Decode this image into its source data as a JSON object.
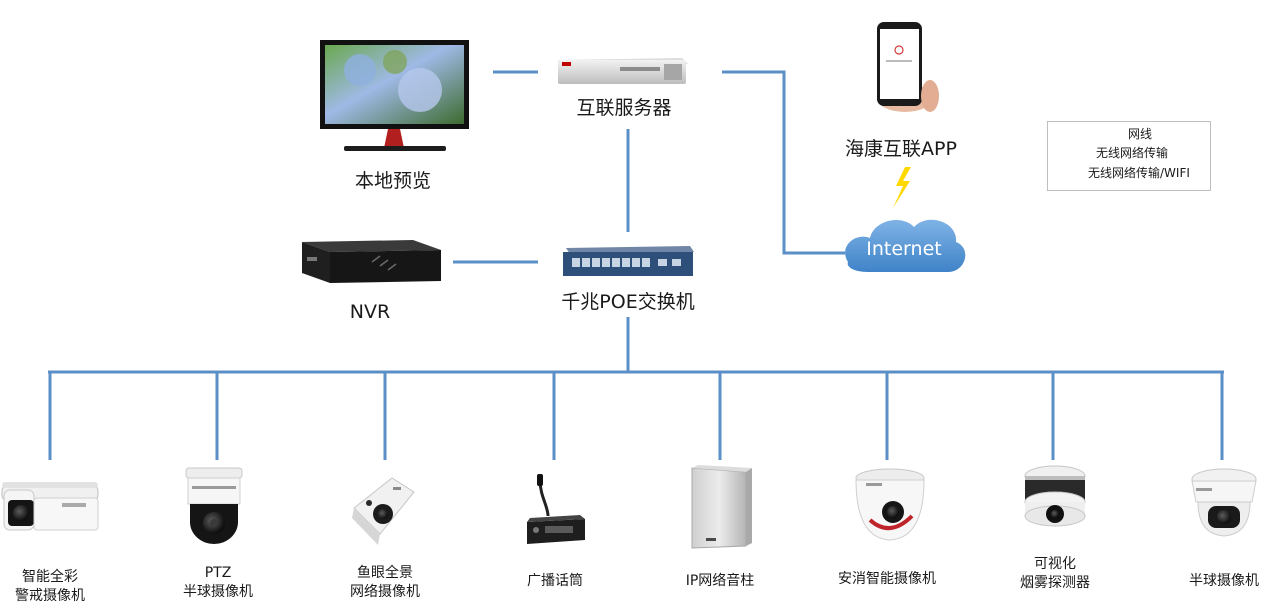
{
  "nodes": {
    "local_preview": "本地预览",
    "server": "互联服务器",
    "app": "海康互联APP",
    "nvr": "NVR",
    "switch": "千兆POE交换机",
    "internet": "Internet"
  },
  "devices": [
    {
      "line1": "智能全彩",
      "line2": "警戒摄像机"
    },
    {
      "line1": "PTZ",
      "line2": "半球摄像机"
    },
    {
      "line1": "鱼眼全景",
      "line2": "网络摄像机"
    },
    {
      "line1": "广播话筒",
      "line2": ""
    },
    {
      "line1": "IP网络音柱",
      "line2": ""
    },
    {
      "line1": "安消智能摄像机",
      "line2": ""
    },
    {
      "line1": "可视化",
      "line2": "烟雾探测器"
    },
    {
      "line1": "半球摄像机",
      "line2": ""
    }
  ],
  "legend": {
    "wired": "网线",
    "wireless": "无线网络传输",
    "wifi": "无线网络传输/WIFI"
  },
  "colors": {
    "line": "#5b8fc7",
    "cloud": "#5b9bd5",
    "lightning": "#ffd800"
  },
  "icons": [
    "monitor-icon",
    "server-icon",
    "smartphone-icon",
    "nvr-icon",
    "switch-icon",
    "cloud-icon",
    "lightning-icon",
    "wifi-icon",
    "bullet-camera-icon",
    "ptz-dome-icon",
    "fisheye-camera-icon",
    "microphone-icon",
    "speaker-column-icon",
    "dome-camera-icon",
    "smoke-detector-icon",
    "turret-camera-icon"
  ]
}
